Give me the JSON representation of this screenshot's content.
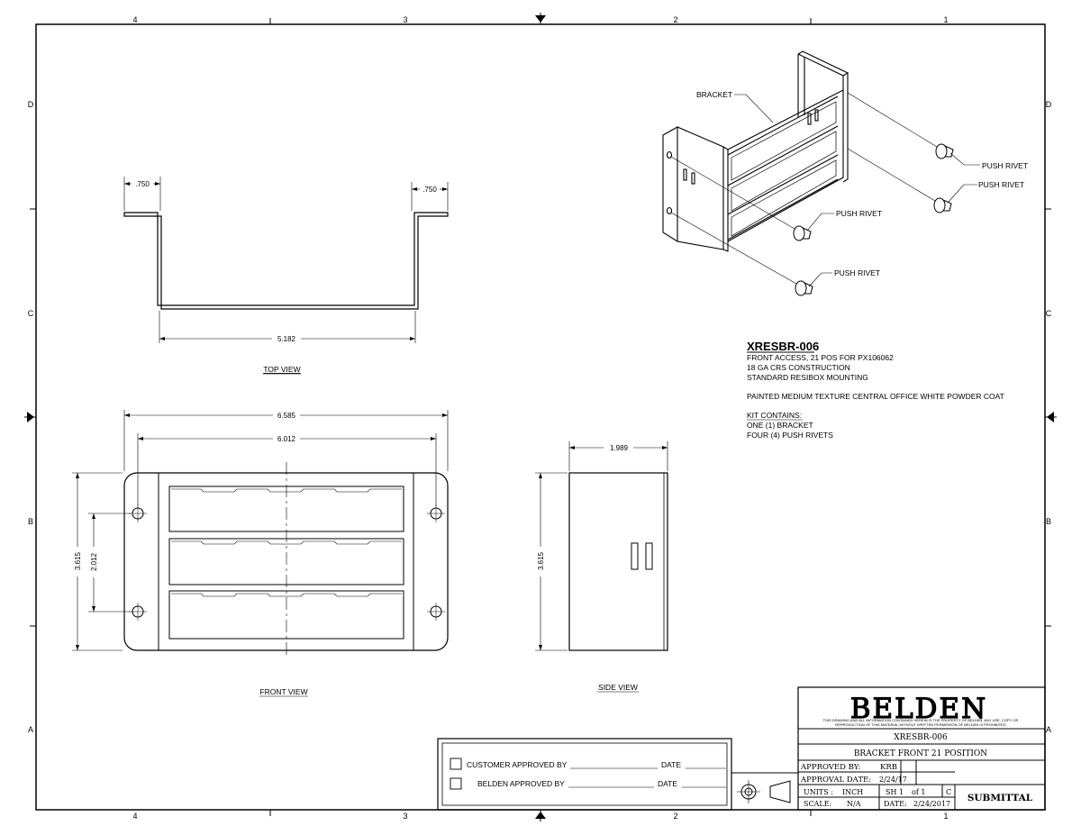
{
  "border": {
    "top_zones": [
      "4",
      "3",
      "2",
      "1"
    ],
    "bottom_zones": [
      "4",
      "3",
      "2",
      "1"
    ],
    "left_zones": [
      "D",
      "C",
      "B",
      "A"
    ],
    "right_zones": [
      "D",
      "C",
      "B",
      "A"
    ]
  },
  "views": {
    "top_view_label": "TOP VIEW",
    "front_view_label": "FRONT VIEW",
    "side_view_label": "SIDE VIEW"
  },
  "dimensions": {
    "top_left_flange": ".750",
    "top_right_flange": ".750",
    "top_inner_width": "5.182",
    "front_overall_width": "6.585",
    "front_hole_spacing": "6.012",
    "front_height": "3.615",
    "front_hole_vertical": "2.012",
    "side_depth": "1.989",
    "side_height": "3.615"
  },
  "callouts": {
    "bracket": "BRACKET",
    "push_rivet_1": "PUSH RIVET",
    "push_rivet_2": "PUSH RIVET",
    "push_rivet_3": "PUSH RIVET",
    "push_rivet_4": "PUSH RIVET"
  },
  "notes": {
    "part_number": "XRESBR-006",
    "line1": "FRONT ACCESS, 21 POS FOR PX106062",
    "line2": "18 GA CRS CONSTRUCTION",
    "line3": "STANDARD RESIBOX MOUNTING",
    "finish": "PAINTED MEDIUM TEXTURE CENTRAL OFFICE WHITE POWDER COAT",
    "kit_heading": "KIT CONTAINS:",
    "kit_item1": "ONE (1) BRACKET",
    "kit_item2": "FOUR (4) PUSH RIVETS"
  },
  "approval_box": {
    "customer_label": "CUSTOMER APPROVED BY",
    "belden_label": "BELDEN APPROVED BY",
    "date_label": "DATE"
  },
  "title_block": {
    "logo_text": "BELDEN",
    "disclaimer_line1": "THIS DRAWING AND ALL INFORMATION CONTAINED HEREIN IS THE PROPERTY OF BELDEN. ANY USE, COPY OR",
    "disclaimer_line2": "REPRODUCTION OF THIS MATERIAL WITHOUT WRITTEN PERMISSION OF BELDEN IS PROHIBITED",
    "drawing_number": "XRESBR-006",
    "title": "BRACKET FRONT 21 POSITION",
    "approved_by_label": "APPROVED BY:",
    "approved_by_value": "KRB",
    "approval_date_label": "APPROVAL DATE:",
    "approval_date_value": "2/24/17",
    "units_label": "UNITS :",
    "units_value": "INCH",
    "sheet_label": "SH 1",
    "sheet_of": "of 1",
    "size": "C",
    "scale_label": "SCALE:",
    "scale_value": "N/A",
    "date_label": "DATE:",
    "date_value": "2/24/2017",
    "status": "SUBMITTAL"
  }
}
